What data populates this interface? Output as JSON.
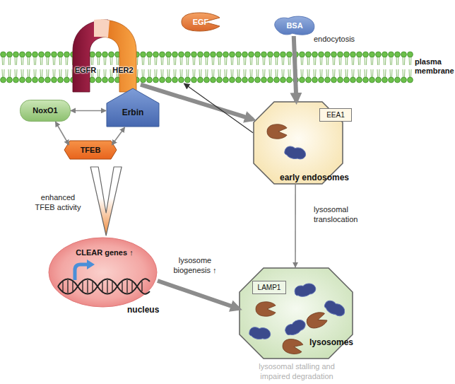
{
  "diagram": {
    "nodes": [
      {
        "text": [
          "EGF"
        ]
      },
      {
        "text": [
          "BSA"
        ]
      },
      {
        "text": [
          "EGFR"
        ]
      },
      {
        "text": [
          "HER2"
        ]
      },
      {
        "text": [
          "plasma membrane"
        ]
      },
      {
        "text": [
          "NoxO1"
        ]
      },
      {
        "text": [
          "Erbin"
        ]
      },
      {
        "text": [
          "early endosomes"
        ]
      },
      {
        "text": [
          "EEA1"
        ],
        "in": 7
      },
      {
        "text": [
          "TFEB"
        ]
      },
      {
        "text": [
          "CLEAR genes ↑",
          "nucleus"
        ]
      },
      {
        "text": [
          "lysosomes"
        ]
      },
      {
        "text": [
          "LAMP1"
        ],
        "in": 11
      }
    ],
    "edges": [
      {
        "from": 1,
        "to": 7,
        "arrow": "to",
        "label": "endocytosis"
      },
      {
        "from": 3,
        "to": 7,
        "arrow": "to"
      },
      {
        "from": 7,
        "to": 4,
        "arrow": "to"
      },
      {
        "from": 5,
        "to": 6,
        "arrow": "both"
      },
      {
        "from": 5,
        "to": 9,
        "arrow": "both"
      },
      {
        "from": 6,
        "to": 9,
        "arrow": "both"
      },
      {
        "from": 9,
        "to": 10,
        "arrow": "to",
        "label": "enhanced TFEB activity"
      },
      {
        "from": 7,
        "to": 11,
        "arrow": "to",
        "label": "lysosomal translocation"
      },
      {
        "from": 10,
        "to": 11,
        "arrow": "to",
        "label": "lysosome biogenesis ↑"
      }
    ],
    "labels": [
      "lysosomal stalling and impaired degradation"
    ]
  }
}
